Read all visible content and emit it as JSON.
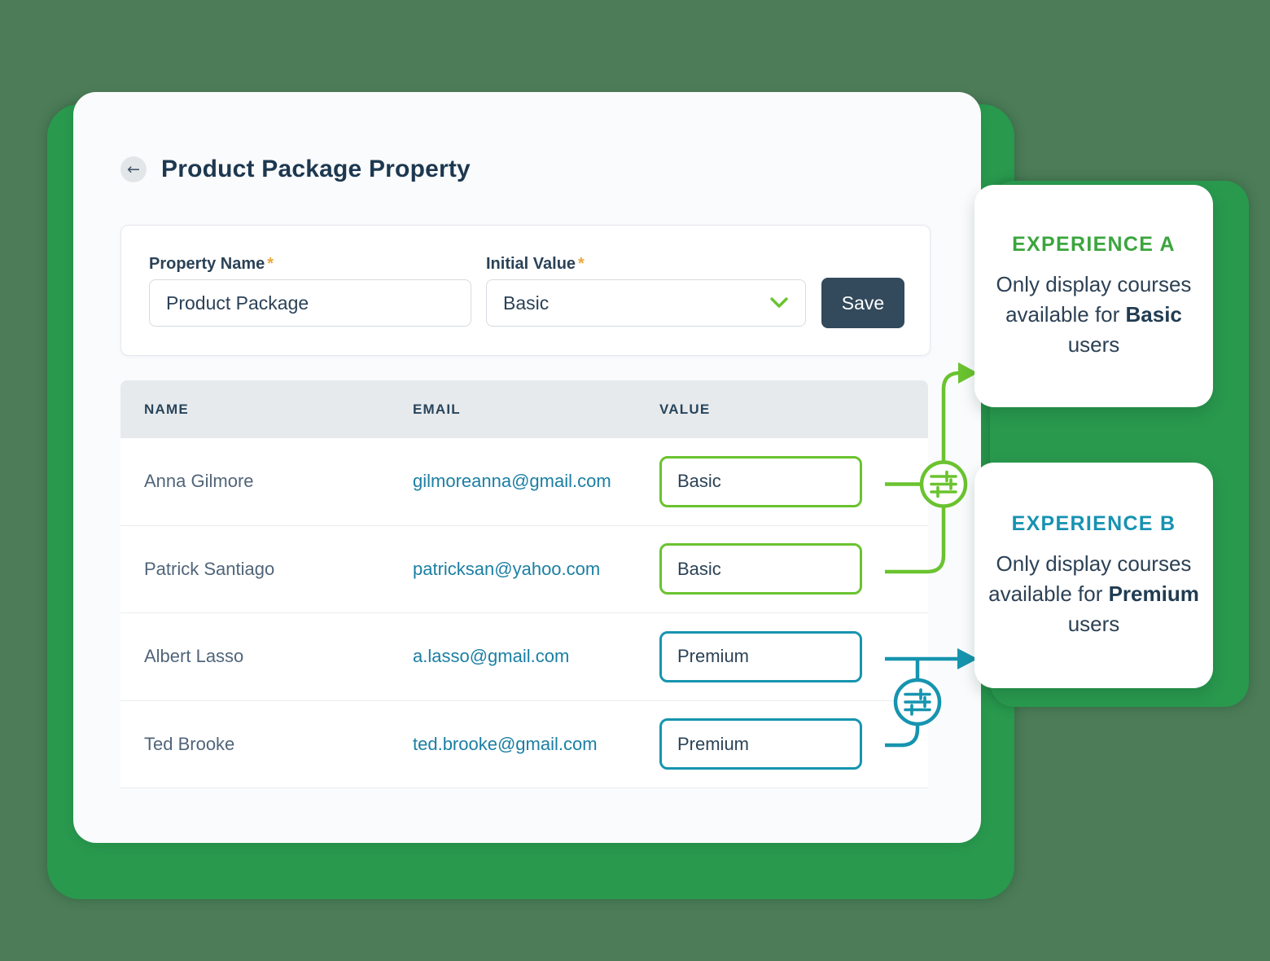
{
  "page": {
    "title": "Product Package Property",
    "back_icon": "←"
  },
  "form": {
    "property_name": {
      "label": "Property Name",
      "required": "*",
      "value": "Product Package"
    },
    "initial_value": {
      "label": "Initial Value",
      "required": "*",
      "value": "Basic"
    },
    "save_label": "Save"
  },
  "table": {
    "headers": {
      "name": "NAME",
      "email": "EMAIL",
      "value": "VALUE"
    },
    "rows": [
      {
        "name": "Anna Gilmore",
        "email": "gilmoreanna@gmail.com",
        "value": "Basic",
        "tier": "basic"
      },
      {
        "name": "Patrick Santiago",
        "email": "patricksan@yahoo.com",
        "value": "Basic",
        "tier": "basic"
      },
      {
        "name": "Albert Lasso",
        "email": "a.lasso@gmail.com",
        "value": "Premium",
        "tier": "premium"
      },
      {
        "name": "Ted Brooke",
        "email": "ted.brooke@gmail.com",
        "value": "Premium",
        "tier": "premium"
      }
    ]
  },
  "callouts": {
    "a": {
      "title": "EXPERIENCE A",
      "text_before": "Only display courses available for ",
      "highlight": "Basic",
      "text_after": " users"
    },
    "b": {
      "title": "EXPERIENCE B",
      "text_before": "Only display courses available for ",
      "highlight": "Premium",
      "text_after": " users"
    }
  },
  "colors": {
    "accent_green": "#6ac32f",
    "accent_teal": "#1694af",
    "heading_green": "#3ba53e",
    "heading_teal": "#1792b2",
    "navy_text": "#213c52",
    "slate_text": "#51657a",
    "email_teal": "#1b7fa3",
    "save_button_bg": "#33495c",
    "required_asterisk": "#e9a93d",
    "backing_green": "#29994e",
    "page_background": "#4d7c58"
  }
}
